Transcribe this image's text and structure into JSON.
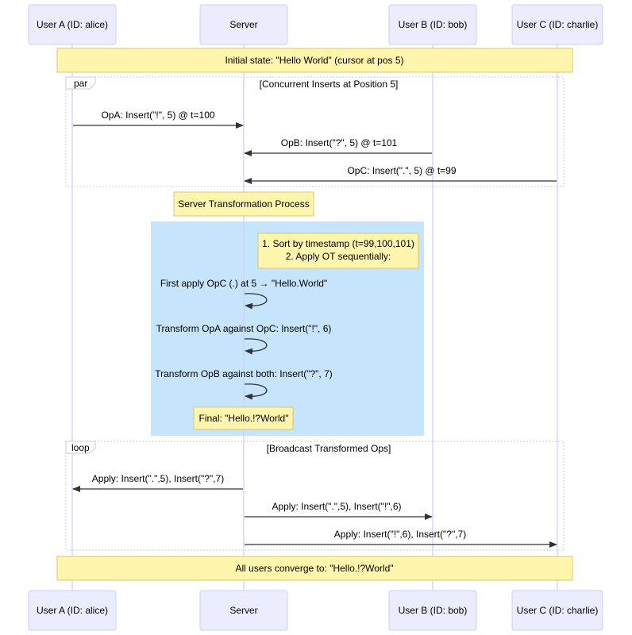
{
  "colors": {
    "actor_fill": "#ECECFF",
    "actor_stroke": "#CCCCFF",
    "note_fill": "#FFF5AD",
    "region_fill": "#C6E4FB",
    "message_line": "#333333"
  },
  "actors": [
    {
      "id": "A",
      "label": "User A (ID: alice)"
    },
    {
      "id": "S",
      "label": "Server"
    },
    {
      "id": "B",
      "label": "User B (ID: bob)"
    },
    {
      "id": "C",
      "label": "User C (ID: charlie)"
    }
  ],
  "notes": {
    "initial_state": "Initial state: \"Hello World\" (cursor at pos 5)",
    "transform_process": "Server Transformation Process",
    "ot_step_1": "1. Sort by timestamp (t=99,100,101)",
    "ot_step_2": "2. Apply OT sequentially:",
    "final": "Final: \"Hello.!?World\"",
    "converge": "All users converge to: \"Hello.!?World\""
  },
  "frames": {
    "par": {
      "keyword": "par",
      "label": "[Concurrent Inserts at Position 5]"
    },
    "loop": {
      "keyword": "loop",
      "label": "[Broadcast Transformed Ops]"
    }
  },
  "messages": [
    {
      "id": "m_opa",
      "from": "A",
      "to": "S",
      "text": "OpA: Insert(\"!\", 5) @ t=100"
    },
    {
      "id": "m_opb",
      "from": "B",
      "to": "S",
      "text": "OpB: Insert(\"?\", 5) @ t=101"
    },
    {
      "id": "m_opc",
      "from": "C",
      "to": "S",
      "text": "OpC: Insert(\".\", 5) @ t=99"
    },
    {
      "id": "m_self1",
      "from": "S",
      "to": "S",
      "text": "First apply OpC (.) at 5 → \"Hello.World\""
    },
    {
      "id": "m_self2",
      "from": "S",
      "to": "S",
      "text": "Transform OpA against OpC: Insert(\"!\", 6)"
    },
    {
      "id": "m_self3",
      "from": "S",
      "to": "S",
      "text": "Transform OpB against both: Insert(\"?\", 7)"
    },
    {
      "id": "m_bcast_a",
      "from": "S",
      "to": "A",
      "text": "Apply: Insert(\".\",5), Insert(\"?\",7)"
    },
    {
      "id": "m_bcast_b",
      "from": "S",
      "to": "B",
      "text": "Apply: Insert(\".\",5), Insert(\"!\",6)"
    },
    {
      "id": "m_bcast_c",
      "from": "S",
      "to": "C",
      "text": "Apply: Insert(\"!\",6), Insert(\"?\",7)"
    }
  ]
}
